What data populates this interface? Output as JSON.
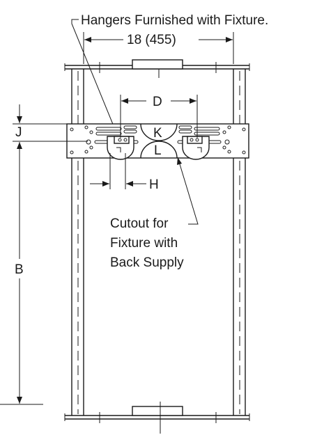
{
  "labels": {
    "hangers": "Hangers Furnished with Fixture.",
    "width": "18 (455)",
    "d": "D",
    "j": "J",
    "k": "K",
    "l": "L",
    "h": "H",
    "b": "B",
    "cutout_line1": "Cutout for",
    "cutout_line2": "Fixture with",
    "cutout_line3": "Back Supply"
  },
  "colors": {
    "ink": "#1a1a1a",
    "background": "#ffffff"
  }
}
